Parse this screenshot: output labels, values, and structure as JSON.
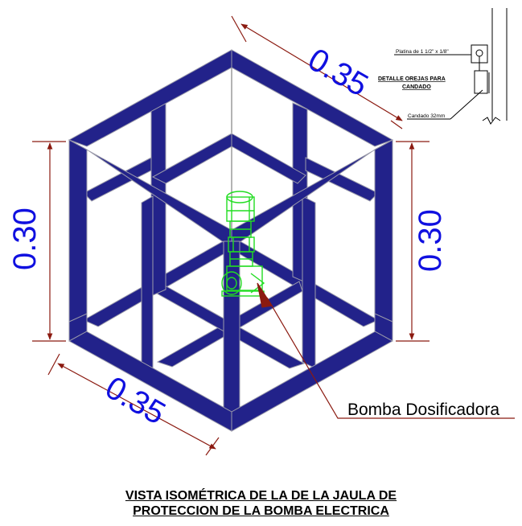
{
  "dimensions": {
    "top_width": "0.35",
    "left_height": "0.30",
    "right_height": "0.30",
    "bottom_width": "0.35"
  },
  "callout": {
    "pump_label": "Bomba Dosificadora"
  },
  "detail": {
    "title_line1": "DETALLE  OREJAS PARA",
    "title_line2": "CANDADO",
    "plate_label": "Platina de 1 1/2\" x 1/8\"",
    "lock_label": "Candado 32mm"
  },
  "caption": {
    "line1": "VISTA ISOMÉTRICA DE LA DE LA JAULA DE",
    "line2": "PROTECCION DE LA BOMBA ELECTRICA"
  },
  "colors": {
    "frame_fill": "#22228a",
    "frame_edge": "#9a9aaa",
    "dimension_line": "#8b1a10",
    "dimension_text": "#1010e0",
    "pump": "#22dd22"
  }
}
